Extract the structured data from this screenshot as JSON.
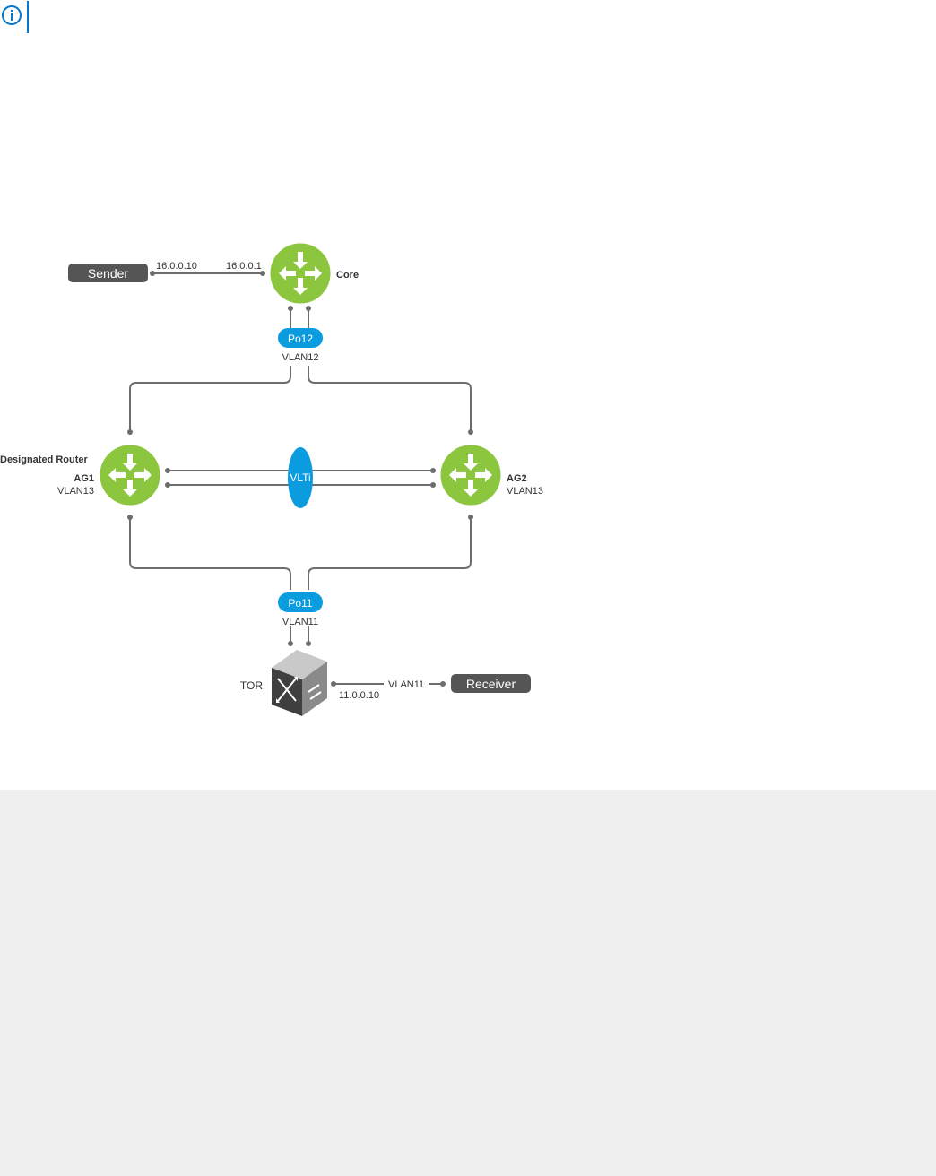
{
  "diagram": {
    "nodes": {
      "sender": {
        "label": "Sender"
      },
      "receiver": {
        "label": "Receiver"
      },
      "core": {
        "label": "Core"
      },
      "ag1": {
        "label": "AG1",
        "vlan": "VLAN13",
        "role": "Designated Router"
      },
      "ag2": {
        "label": "AG2",
        "vlan": "VLAN13"
      },
      "tor": {
        "label": "TOR"
      }
    },
    "links": {
      "sender_ip": "16.0.0.10",
      "core_ip": "16.0.0.1",
      "po12": "Po12",
      "po12_vlan": "VLAN12",
      "vlti": "VLTi",
      "po11": "Po11",
      "po11_vlan": "VLAN11",
      "tor_ip": "11.0.0.10",
      "receiver_vlan": "VLAN11"
    },
    "colors": {
      "router_green": "#8cc63f",
      "pill_blue": "#0b9ce0",
      "host_dark": "#555555",
      "line": "#6d6d6d",
      "info_blue": "#0076ce"
    }
  },
  "code_panel": {
    "color": "#efefef"
  }
}
